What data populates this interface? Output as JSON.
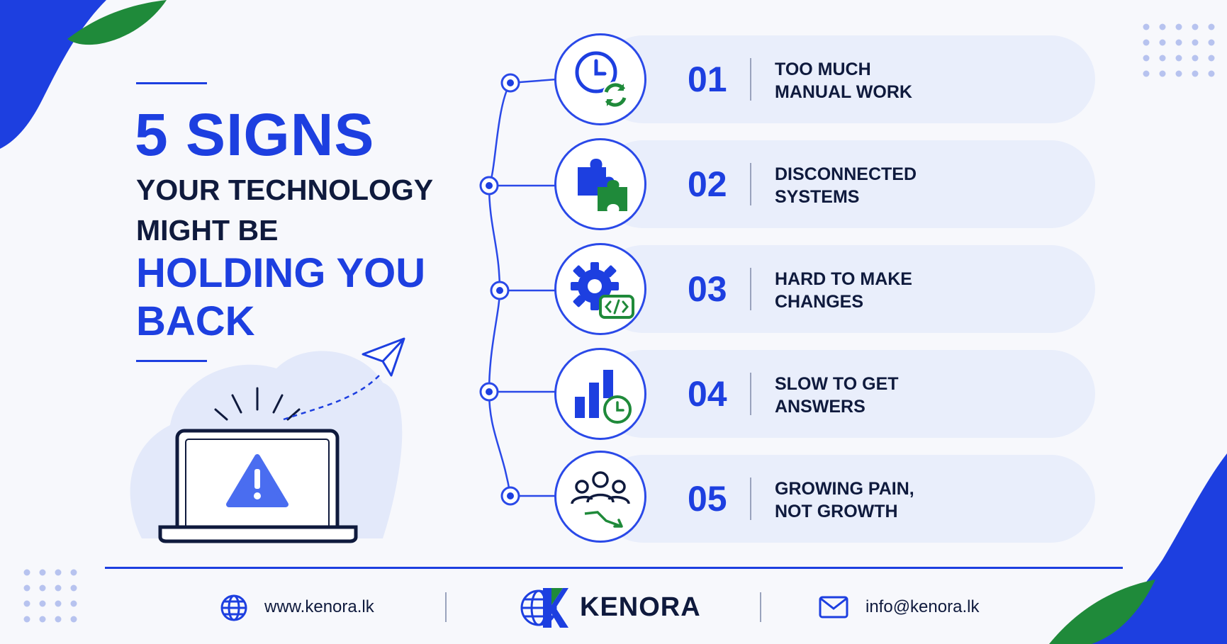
{
  "headline": {
    "line1": "5 SIGNS",
    "line2": "YOUR TECHNOLOGY",
    "line3": "MIGHT BE",
    "line4": "HOLDING YOU",
    "line5": "BACK"
  },
  "signs": [
    {
      "num": "01",
      "line1": "TOO MUCH",
      "line2": "MANUAL WORK",
      "icon": "clock-refresh-icon"
    },
    {
      "num": "02",
      "line1": "DISCONNECTED",
      "line2": "SYSTEMS",
      "icon": "puzzle-icon"
    },
    {
      "num": "03",
      "line1": "HARD TO MAKE",
      "line2": "CHANGES",
      "icon": "gear-code-icon"
    },
    {
      "num": "04",
      "line1": "SLOW TO GET",
      "line2": "ANSWERS",
      "icon": "bar-chart-clock-icon"
    },
    {
      "num": "05",
      "line1": "GROWING PAIN,",
      "line2": "NOT GROWTH",
      "icon": "team-decline-icon"
    }
  ],
  "footer": {
    "website": "www.kenora.lk",
    "brand": "KENORA",
    "email": "info@kenora.lk"
  },
  "colors": {
    "primary": "#1d3fe0",
    "accent_green": "#1f8a3a",
    "dark_text": "#0f1a3d",
    "card_bg": "#e9eefb"
  }
}
